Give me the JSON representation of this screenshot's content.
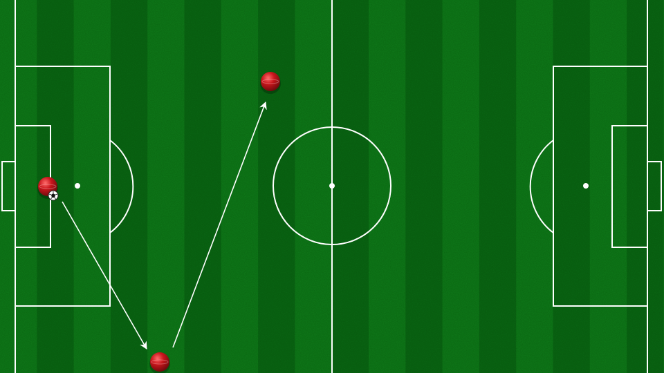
{
  "pitch": {
    "stripe_colors": [
      "#0f7a1a",
      "#0a6614"
    ],
    "line_color": "#ffffff"
  },
  "players": [
    {
      "id": "player-1",
      "team_color": "#b3141a"
    },
    {
      "id": "player-2",
      "team_color": "#b3141a"
    },
    {
      "id": "player-3",
      "team_color": "#b3141a"
    }
  ],
  "ball": {
    "icon": "soccer-ball-icon",
    "holder": "player-1"
  },
  "passes": [
    {
      "from": "player-1",
      "to": "player-2"
    },
    {
      "from": "player-2",
      "to": "player-3"
    }
  ]
}
